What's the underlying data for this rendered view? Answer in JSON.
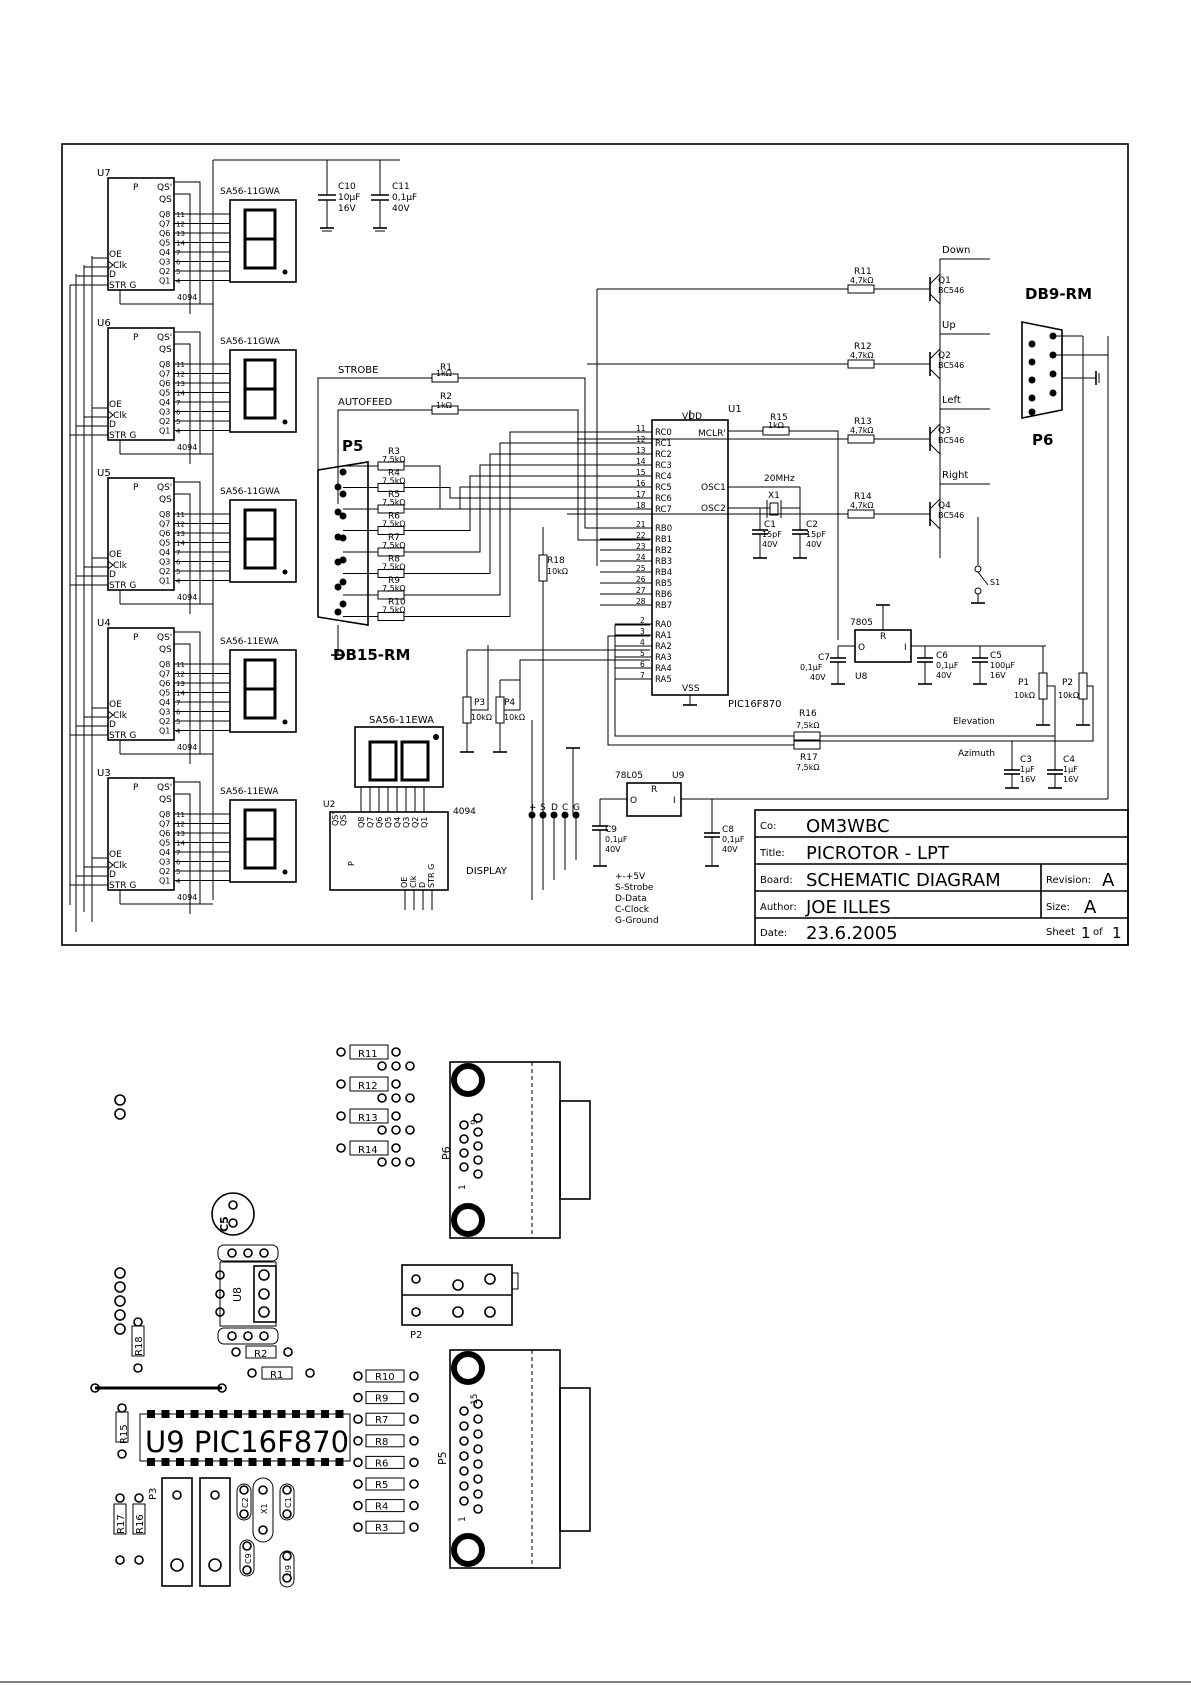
{
  "title_block": {
    "co_label": "Co:",
    "co": "OM3WBC",
    "title_label": "Title:",
    "title": "PICROTOR - LPT",
    "board_label": "Board:",
    "board": "SCHEMATIC DIAGRAM",
    "revision_label": "Revision:",
    "revision": "A",
    "author_label": "Author:",
    "author": "JOE ILLES",
    "size_label": "Size:",
    "size": "A",
    "date_label": "Date:",
    "date": "23.6.2005",
    "sheet_label": "Sheet",
    "sheet": "1",
    "of_label": "of",
    "of": "1"
  },
  "shift_registers": [
    {
      "ref": "U7",
      "display": "SA56-11GWA",
      "part": "4094"
    },
    {
      "ref": "U6",
      "display": "SA56-11GWA",
      "part": "4094"
    },
    {
      "ref": "U5",
      "display": "SA56-11GWA",
      "part": "4094"
    },
    {
      "ref": "U4",
      "display": "SA56-11EWA",
      "part": "4094"
    },
    {
      "ref": "U3",
      "display": "SA56-11EWA",
      "part": "4094"
    }
  ],
  "sr_pins": {
    "p": "P",
    "qs1": "QS'",
    "qs": "QS",
    "q": [
      "Q8",
      "Q7",
      "Q6",
      "Q5",
      "Q4",
      "Q3",
      "Q2",
      "Q1"
    ],
    "oe": "OE",
    "clk": "Clk",
    "d": "D",
    "strg": "STR G"
  },
  "u2": {
    "ref": "U2",
    "display": "SA56-11EWA",
    "part": "4094",
    "label": "DISPLAY"
  },
  "caps_top": [
    {
      "ref": "C10",
      "value": "10µF",
      "volt": "16V"
    },
    {
      "ref": "C11",
      "value": "0,1µF",
      "volt": "40V"
    }
  ],
  "p5": {
    "ref": "P5",
    "name": "DB15-RM",
    "strobe": "STROBE",
    "autofeed": "AUTOFEED"
  },
  "resistors_in": [
    {
      "ref": "R1",
      "value": "1kΩ"
    },
    {
      "ref": "R2",
      "value": "1kΩ"
    },
    {
      "ref": "R3",
      "value": "7,5kΩ"
    },
    {
      "ref": "R4",
      "value": "7,5kΩ"
    },
    {
      "ref": "R5",
      "value": "7,5kΩ"
    },
    {
      "ref": "R6",
      "value": "7,5kΩ"
    },
    {
      "ref": "R7",
      "value": "7,5kΩ"
    },
    {
      "ref": "R8",
      "value": "7,5kΩ"
    },
    {
      "ref": "R9",
      "value": "7,5kΩ"
    },
    {
      "ref": "R10",
      "value": "7,5kΩ"
    }
  ],
  "mcu": {
    "ref": "U1",
    "part": "PIC16F870",
    "vdd": "VDD",
    "vss": "VSS",
    "mclr": "MCLR'",
    "osc1": "OSC1",
    "osc2": "OSC2",
    "rc": [
      "RC0",
      "RC1",
      "RC2",
      "RC3",
      "RC4",
      "RC5",
      "RC6",
      "RC7"
    ],
    "rb": [
      "RB0",
      "RB1",
      "RB2",
      "RB3",
      "RB4",
      "RB5",
      "RB6",
      "RB7"
    ],
    "ra": [
      "RA0",
      "RA1",
      "RA2",
      "RA3",
      "RA4",
      "RA5"
    ]
  },
  "r15": {
    "ref": "R15",
    "value": "1kΩ"
  },
  "r18": {
    "ref": "R18",
    "value": "10kΩ"
  },
  "crystal": {
    "ref": "X1",
    "freq": "20MHz"
  },
  "c1": {
    "ref": "C1",
    "value": "15pF",
    "volt": "40V"
  },
  "c2": {
    "ref": "C2",
    "value": "15pF",
    "volt": "40V"
  },
  "transistors": [
    {
      "ref": "Q1",
      "part": "BC546",
      "label": "Down",
      "r": "R11",
      "rv": "4,7kΩ"
    },
    {
      "ref": "Q2",
      "part": "BC546",
      "label": "Up",
      "r": "R12",
      "rv": "4,7kΩ"
    },
    {
      "ref": "Q3",
      "part": "BC546",
      "label": "Left",
      "r": "R13",
      "rv": "4,7kΩ"
    },
    {
      "ref": "Q4",
      "part": "BC546",
      "label": "Right",
      "r": "R14",
      "rv": "4,7kΩ"
    }
  ],
  "p6": {
    "ref": "P6",
    "name": "DB9-RM"
  },
  "s1": "S1",
  "reg_u8": {
    "ref": "U8",
    "part": "7805"
  },
  "reg_u9": {
    "ref": "U9",
    "part": "78L05"
  },
  "c5": {
    "ref": "C5",
    "value": "100µF",
    "volt": "16V"
  },
  "c6": {
    "ref": "C6",
    "value": "0,1µF",
    "volt": "40V"
  },
  "c7": {
    "ref": "C7",
    "value": "0,1µF",
    "volt": "40V"
  },
  "c8": {
    "ref": "C8",
    "value": "0,1µF",
    "volt": "40V"
  },
  "c9": {
    "ref": "C9",
    "value": "0,1µF",
    "volt": "40V"
  },
  "c3": {
    "ref": "C3",
    "value": "1µF",
    "volt": "16V"
  },
  "c4": {
    "ref": "C4",
    "value": "1µF",
    "volt": "16V"
  },
  "p1": {
    "ref": "P1",
    "value": "10kΩ"
  },
  "p2": {
    "ref": "P2",
    "value": "10kΩ"
  },
  "p3": {
    "ref": "P3",
    "value": "10kΩ"
  },
  "p4": {
    "ref": "P4",
    "value": "10kΩ"
  },
  "r16": {
    "ref": "R16",
    "value": "7,5kΩ"
  },
  "r17": {
    "ref": "R17",
    "value": "7,5kΩ"
  },
  "elevation": "Elevation",
  "azimuth": "Azimuth",
  "bus_pins": [
    "+",
    "S",
    "D",
    "C",
    "G"
  ],
  "legend": [
    "+-+5V",
    "S-Strobe",
    "D-Data",
    "C-Clock",
    "G-Ground"
  ],
  "pcb": {
    "resistors_top": [
      "R11",
      "R12",
      "R13",
      "R14"
    ],
    "p6": "P6",
    "p6_pin9": "9",
    "p6_pin1": "1",
    "c5": "C5",
    "u8": "U8",
    "p2": "P2",
    "r18": "R18",
    "r2": "R2",
    "r1": "R1",
    "resistors_right": [
      "R10",
      "R9",
      "R7",
      "R8",
      "R6",
      "R5",
      "R4",
      "R3"
    ],
    "r15": "R15",
    "ic": "U9 PIC16F870",
    "p5": "P5",
    "p5_pin15": "15",
    "p5_pin1": "1",
    "p3": "P3",
    "r17": "R17",
    "r16": "R16",
    "c2": "C2",
    "x1": "X1",
    "c1": "C1",
    "c9": "C9",
    "u9": "U9"
  }
}
